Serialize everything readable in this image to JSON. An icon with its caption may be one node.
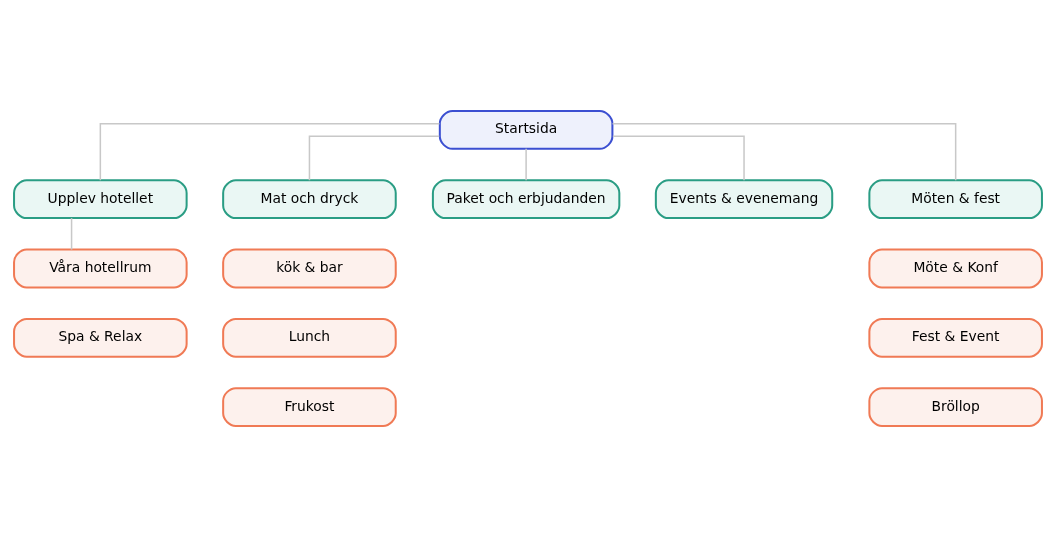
{
  "diagram": {
    "nodes": [
      {
        "text": [
          "Startsida"
        ]
      },
      {
        "text": [
          "Upplev hotellet"
        ]
      },
      {
        "text": [
          "Mat och dryck"
        ]
      },
      {
        "text": [
          "Paket och erbjudanden"
        ]
      },
      {
        "text": [
          "Events & evenemang"
        ]
      },
      {
        "text": [
          "Möten & fest"
        ]
      },
      {
        "text": [
          "Våra hotellrum"
        ]
      },
      {
        "text": [
          "Spa & Relax"
        ]
      },
      {
        "text": [
          "kök & bar"
        ]
      },
      {
        "text": [
          "Lunch"
        ]
      },
      {
        "text": [
          "Frukost"
        ]
      },
      {
        "text": [
          "Möte & Konf"
        ]
      },
      {
        "text": [
          "Fest & Event"
        ]
      },
      {
        "text": [
          "Bröllop"
        ]
      }
    ],
    "edges": [
      {
        "from": 0,
        "to": 1,
        "arrow": "none"
      },
      {
        "from": 0,
        "to": 2,
        "arrow": "none"
      },
      {
        "from": 0,
        "to": 3,
        "arrow": "none"
      },
      {
        "from": 0,
        "to": 4,
        "arrow": "none"
      },
      {
        "from": 0,
        "to": 5,
        "arrow": "none"
      },
      {
        "from": 1,
        "to": 6,
        "arrow": "none"
      }
    ]
  }
}
